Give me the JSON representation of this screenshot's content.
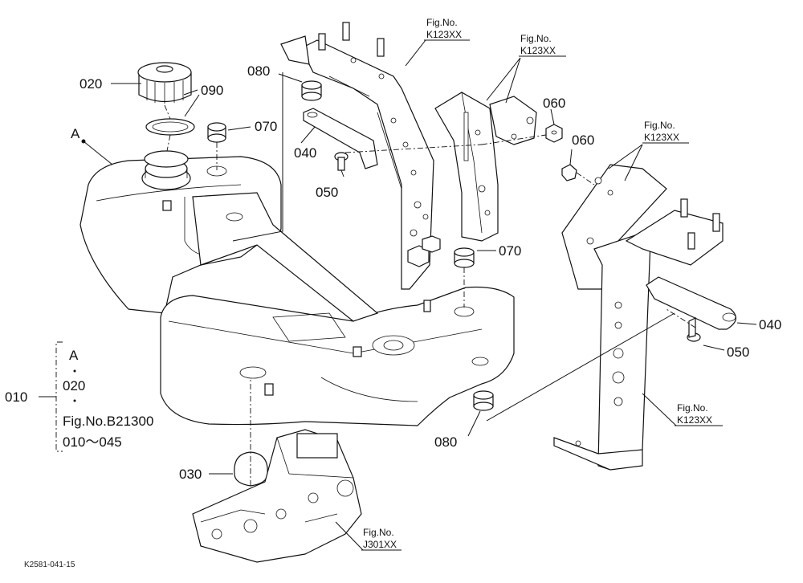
{
  "parts": {
    "p020": "020",
    "p090": "090",
    "p070a": "070",
    "p080a": "080",
    "p040a": "040",
    "p050a": "050",
    "p060a": "060",
    "p060b": "060",
    "p070b": "070",
    "p040b": "040",
    "p050b": "050",
    "p080b": "080",
    "p030": "030",
    "p010": "010"
  },
  "point_a": "A",
  "assembly_note": {
    "line1": "A",
    "line2": "020",
    "line3": "Fig.No.B21300",
    "line4": "010～045"
  },
  "fig_refs": {
    "ref1": {
      "line1": "Fig.No.",
      "line2": "K123XX"
    },
    "ref2": {
      "line1": "Fig.No.",
      "line2": "K123XX"
    },
    "ref3": {
      "line1": "Fig.No.",
      "line2": "K123XX"
    },
    "ref4": {
      "line1": "Fig.No.",
      "line2": "K123XX"
    },
    "ref5": {
      "line1": "Fig.No.",
      "line2": "J301XX"
    }
  },
  "drawing_code": "K2581-041-15"
}
